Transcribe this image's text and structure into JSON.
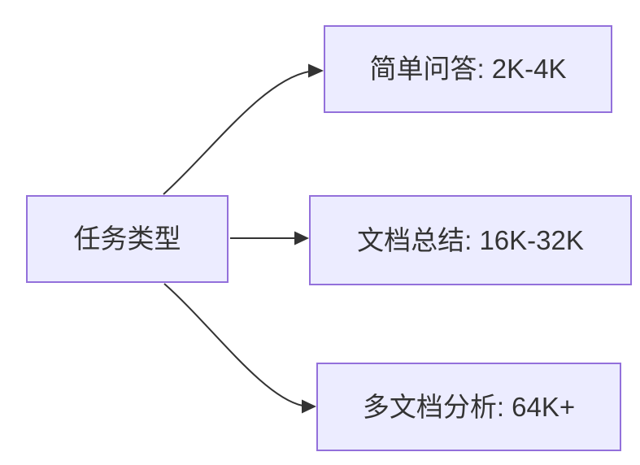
{
  "diagram": {
    "type": "flowchart",
    "direction": "left-to-right",
    "root": {
      "label": "任务类型"
    },
    "branches": [
      {
        "label": "简单问答: 2K-4K"
      },
      {
        "label": "文档总结: 16K-32K"
      },
      {
        "label": "多文档分析: 64K+"
      }
    ],
    "edges": [
      {
        "from": "任务类型",
        "to": "简单问答: 2K-4K"
      },
      {
        "from": "任务类型",
        "to": "文档总结: 16K-32K"
      },
      {
        "from": "任务类型",
        "to": "多文档分析: 64K+"
      }
    ],
    "colors": {
      "node_fill": "#ECECFF",
      "node_border": "#9370DB",
      "edge_stroke": "#333333",
      "text": "#333333",
      "background": "#FFFFFF"
    }
  }
}
